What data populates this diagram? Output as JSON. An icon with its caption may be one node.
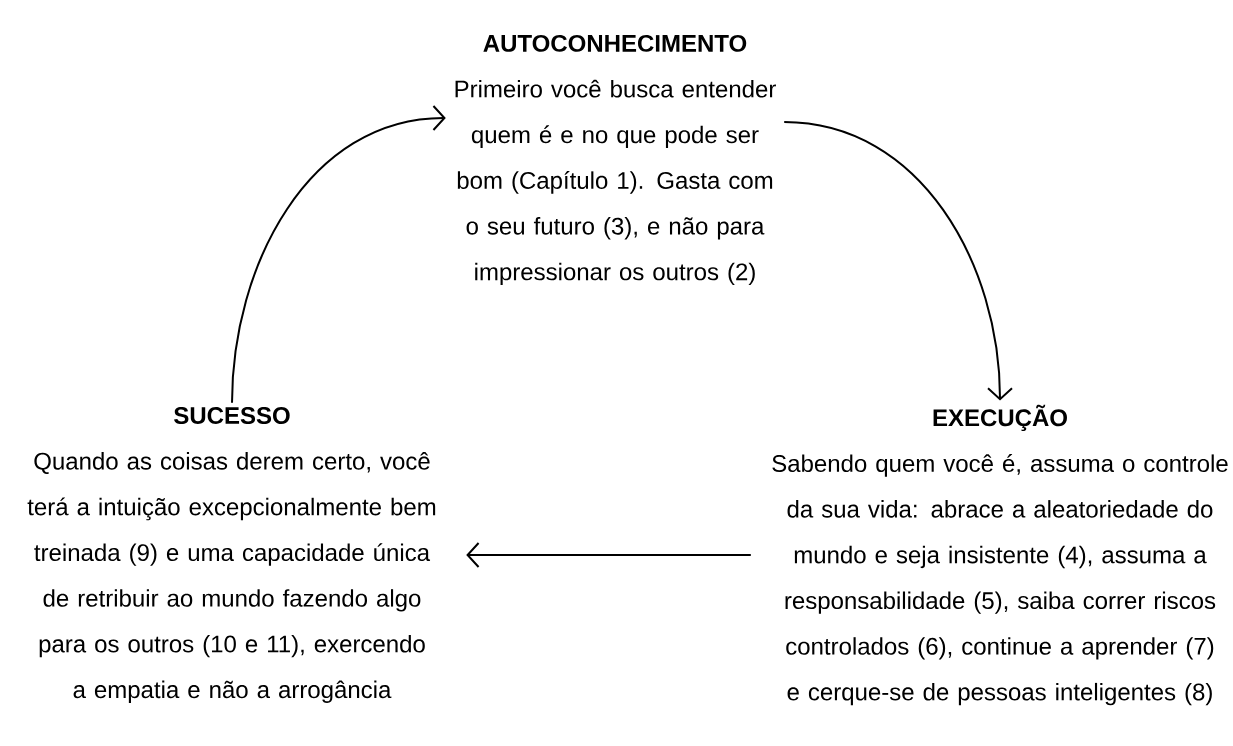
{
  "diagram": {
    "nodes": [
      {
        "text": [
          "AUTOCONHECIMENTO",
          "Primeiro você busca entender quem é e no que pode ser bom (Capítulo 1). Gasta com o seu futuro (3), e não para impressionar os outros (2)"
        ]
      },
      {
        "text": [
          "EXECUÇÃO",
          "Sabendo quem você é, assuma o controle da sua vida: abrace a aleatoriedade do mundo e seja insistente (4), assuma a responsabilidade (5), saiba correr riscos controlados (6), continue a aprender (7) e cerque-se de pessoas inteligentes (8)"
        ]
      },
      {
        "text": [
          "SUCESSO",
          "Quando as coisas derem certo, você terá a intuição excepcionalmente bem treinada (9) e uma capacidade única de retribuir ao mundo fazendo algo para os outros (10 e 11), exercendo a empatia e não a arrogância"
        ]
      }
    ],
    "edges": [
      {
        "from": 0,
        "to": 1,
        "arrow": "to"
      },
      {
        "from": 1,
        "to": 2,
        "arrow": "to"
      },
      {
        "from": 2,
        "to": 0,
        "arrow": "to"
      }
    ]
  }
}
